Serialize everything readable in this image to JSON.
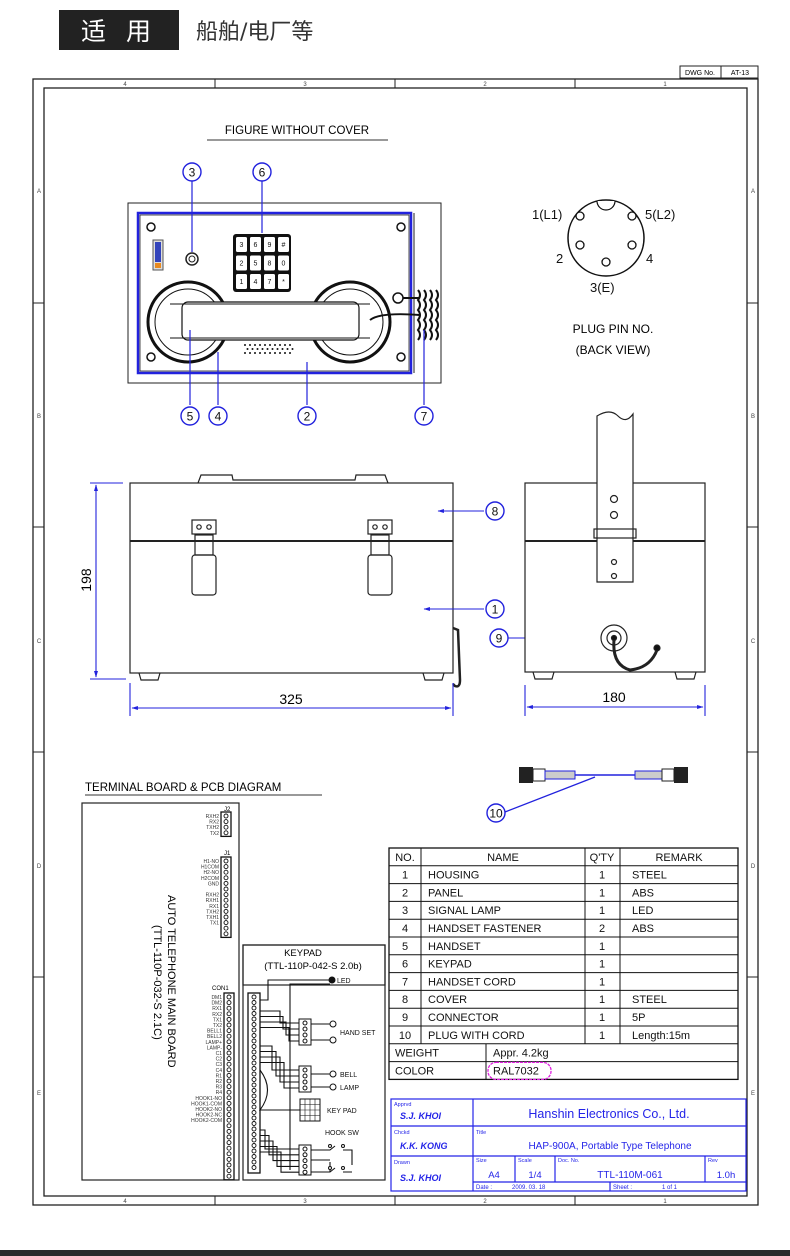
{
  "header": {
    "tag_label": "适 用",
    "applicable_text": "船舶/电厂等"
  },
  "drawing": {
    "dwg_no_label": "DWG No.",
    "dwg_no_value": "AT-13",
    "zone_columns": [
      "4",
      "3",
      "2",
      "1"
    ],
    "zone_rows": [
      "A",
      "B",
      "C",
      "D",
      "E"
    ],
    "figure_title": "FIGURE WITHOUT COVER",
    "callouts_top": [
      "3",
      "6",
      "5",
      "4",
      "2",
      "7"
    ],
    "keypad_keys": [
      "3",
      "6",
      "9",
      "#",
      "2",
      "5",
      "8",
      "0",
      "1",
      "4",
      "7",
      "*"
    ],
    "plug": {
      "pins": [
        "1(L1)",
        "5(L2)",
        "2",
        "4",
        "3(E)"
      ],
      "caption_line1": "PLUG PIN NO.",
      "caption_line2": "(BACK VIEW)"
    },
    "front_view": {
      "height_dim": "198",
      "width_dim": "325",
      "callouts": [
        "8",
        "1"
      ]
    },
    "side_view": {
      "width_dim": "180",
      "callouts": [
        "9"
      ]
    },
    "cord_callout": "10",
    "terminal": {
      "title": "TERMINAL BOARD & PCB DIAGRAM",
      "board_name_line1": "AUTO TELEPHONE MAIN BOARD",
      "board_name_line2": "(TTL-110P-032-S 2.1C)",
      "j2_label": "J2",
      "j2_pins": [
        "RXH2",
        "RX2",
        "TXH2",
        "TX2"
      ],
      "j1_label": "J1",
      "j1_pins": [
        "H1-NO",
        "H1COM",
        "H2-NO",
        "H2COM",
        "GND",
        "",
        "RXH2",
        "RXH1",
        "RX1",
        "TXH2",
        "TXH1",
        "TX1"
      ],
      "con1_label": "CON1",
      "con1_pins": [
        "DM1",
        "DM2",
        "RX1",
        "RX2",
        "TX1",
        "TX2",
        "BELL1",
        "BELL2",
        "LAMP+",
        "LAMP-",
        "C1",
        "C2",
        "C3",
        "C4",
        "R1",
        "R2",
        "R3",
        "R4",
        "HOOK1-NO",
        "HOOK1-COM",
        "HOOK2-NO",
        "HOOK2-NC",
        "HOOK2-COM"
      ],
      "keypad_board_line1": "KEYPAD",
      "keypad_board_line2": "(TTL-110P-042-S 2.0b)",
      "outputs": [
        "LED",
        "HAND SET",
        "BELL",
        "LAMP",
        "KEY PAD",
        "HOOK SW"
      ]
    }
  },
  "parts_table": {
    "headers": [
      "NO.",
      "NAME",
      "Q'TY",
      "REMARK"
    ],
    "rows": [
      {
        "no": "1",
        "name": "HOUSING",
        "qty": "1",
        "remark": "STEEL"
      },
      {
        "no": "2",
        "name": "PANEL",
        "qty": "1",
        "remark": "ABS"
      },
      {
        "no": "3",
        "name": "SIGNAL LAMP",
        "qty": "1",
        "remark": "LED"
      },
      {
        "no": "4",
        "name": "HANDSET FASTENER",
        "qty": "2",
        "remark": "ABS"
      },
      {
        "no": "5",
        "name": "HANDSET",
        "qty": "1",
        "remark": ""
      },
      {
        "no": "6",
        "name": "KEYPAD",
        "qty": "1",
        "remark": ""
      },
      {
        "no": "7",
        "name": "HANDSET CORD",
        "qty": "1",
        "remark": ""
      },
      {
        "no": "8",
        "name": "COVER",
        "qty": "1",
        "remark": "STEEL"
      },
      {
        "no": "9",
        "name": "CONNECTOR",
        "qty": "1",
        "remark": "5P"
      },
      {
        "no": "10",
        "name": "PLUG WITH CORD",
        "qty": "1",
        "remark": "Length:15m"
      }
    ],
    "weight_label": "WEIGHT",
    "weight_value": "Appr. 4.2kg",
    "color_label": "COLOR",
    "color_value": "RAL7032"
  },
  "title_block": {
    "approved_label": "Apprvd",
    "approved_sig": "S.J. KHOI",
    "checked_label": "Chckd",
    "checked_sig": "K.K. KONG",
    "drawn_label": "Drawn",
    "drawn_sig": "S.J. KHOI",
    "company": "Hanshin Electronics Co., Ltd.",
    "title_label": "Title",
    "title_value": "HAP-900A, Portable Type Telephone",
    "size_label": "Size",
    "size_value": "A4",
    "scale_label": "Scale",
    "scale_value": "1/4",
    "doc_label": "Doc. No.",
    "doc_value": "TTL-110M-061",
    "rev_label": "Rev",
    "rev_value": "1.0h",
    "date_label": "Date :",
    "date_value": "2009. 03. 18",
    "sheet_label": "Sheet :",
    "sheet_value": "1  of  1"
  },
  "colors": {
    "callout_blue": "#2222dd",
    "title_block_blue": "#2424e8",
    "highlight_magenta": "#e020e0",
    "tag_bg": "#222222"
  }
}
